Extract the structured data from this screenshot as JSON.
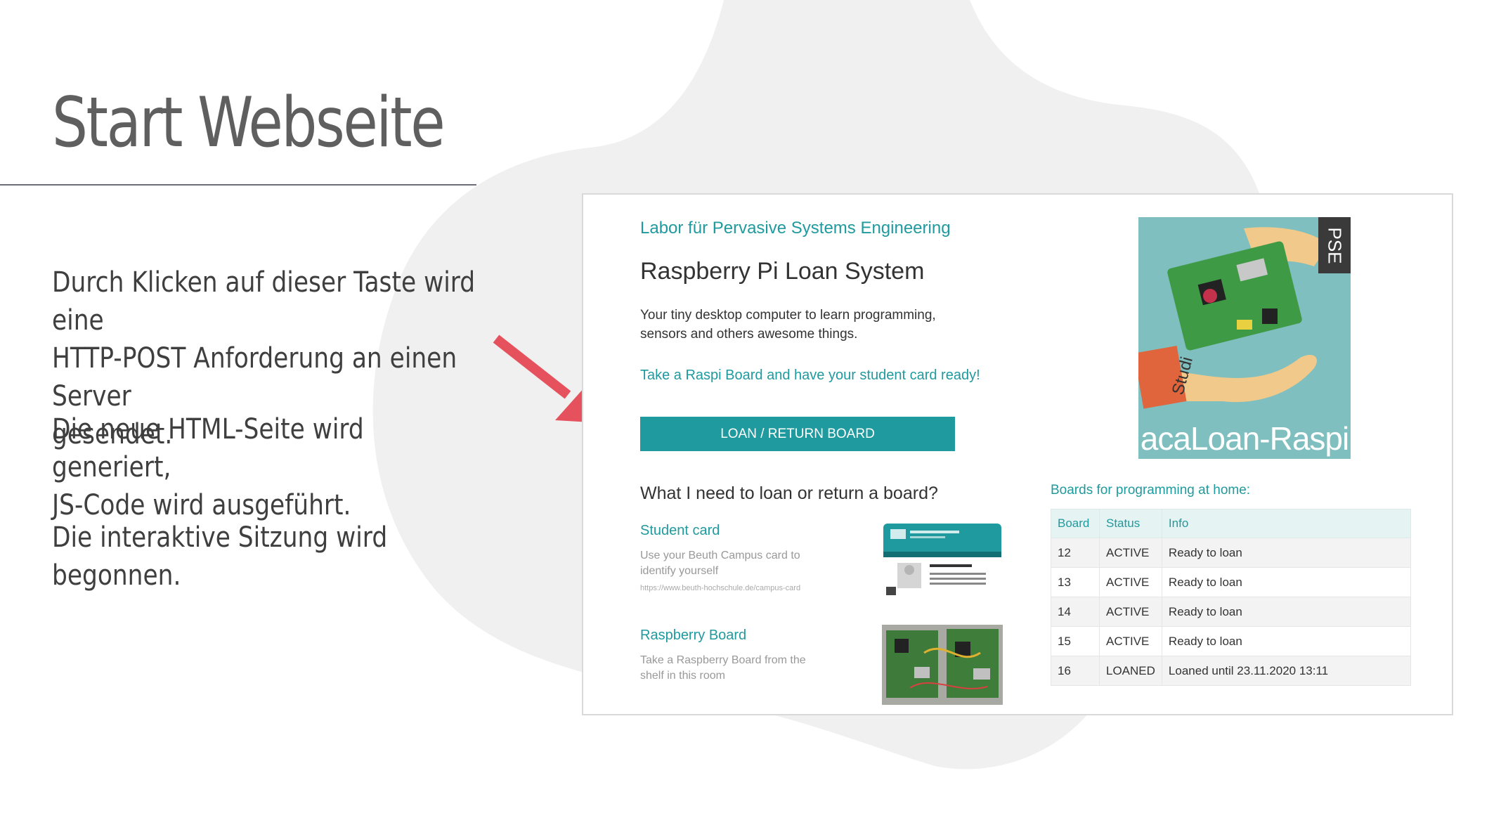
{
  "slide": {
    "title": "Start Webseite",
    "paragraphs": [
      "Durch Klicken auf dieser Taste wird eine\nHTTP-POST Anforderung an einen Server\ngesendet.",
      "Die neue HTML-Seite wird generiert,\nJS-Code wird ausgeführt.",
      "Die interaktive Sitzung wird begonnen."
    ],
    "arrow_color": "#e5525e"
  },
  "web": {
    "lab_name": "Labor für Pervasive Systems Engineering",
    "title": "Raspberry Pi Loan System",
    "description": "Your tiny desktop computer to learn programming, sensors and others awesome things.",
    "cta": "Take a Raspi Board and have your student card ready!",
    "loan_button": "LOAN / RETURN BOARD",
    "need_title": "What I need to loan or return a board?",
    "requirements": [
      {
        "title": "Student card",
        "description": "Use your Beuth Campus card to identify yourself",
        "link": "https://www.beuth-hochschule.de/campus-card"
      },
      {
        "title": "Raspberry Board",
        "description": "Take a Raspberry Board from the shelf in this room"
      }
    ],
    "logo": {
      "text": "acaLoan-Raspi",
      "tag": "PSE",
      "sleeve_text": "Studi"
    },
    "boards_title": "Boards for programming at home:",
    "table": {
      "headers": [
        "Board",
        "Status",
        "Info"
      ],
      "rows": [
        [
          "12",
          "ACTIVE",
          "Ready to loan"
        ],
        [
          "13",
          "ACTIVE",
          "Ready to loan"
        ],
        [
          "14",
          "ACTIVE",
          "Ready to loan"
        ],
        [
          "15",
          "ACTIVE",
          "Ready to loan"
        ],
        [
          "16",
          "LOANED",
          "Loaned until 23.11.2020 13:11"
        ]
      ]
    },
    "accent_color": "#1f9a9e"
  }
}
